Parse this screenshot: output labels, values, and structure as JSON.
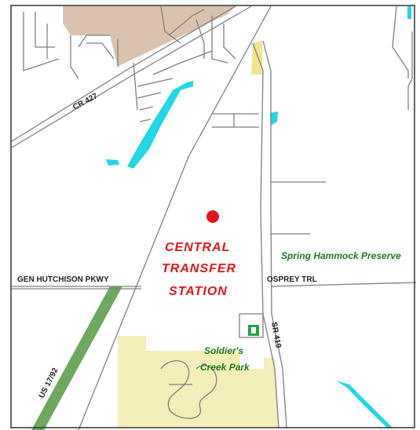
{
  "colors": {
    "road": "#7f7f7f",
    "water": "#22d7e6",
    "park_fill": "#f4eebb",
    "urban_fill": "#d9c3ae",
    "highway_green": "#6ea85e",
    "park_label": "#1f7a1f",
    "station": "#e4151b",
    "sr419_fill": "#f1e58f"
  },
  "roads": {
    "cr427": "CR 427",
    "gen_hutchison": "GEN HUTCHISON PKWY",
    "osprey": "OSPREY TRL",
    "us1792": "US 17/92",
    "sr419": "SR 419"
  },
  "places": {
    "station_line1": "CENTRAL",
    "station_line2": "TRANSFER",
    "station_line3": "STATION",
    "hammock": "Spring Hammock Preserve",
    "soldiers_line1": "Soldier's",
    "soldiers_line2": "Creek Park"
  },
  "icons": {
    "station_marker": "red-dot-icon",
    "park_marker": "park-marker-icon"
  }
}
